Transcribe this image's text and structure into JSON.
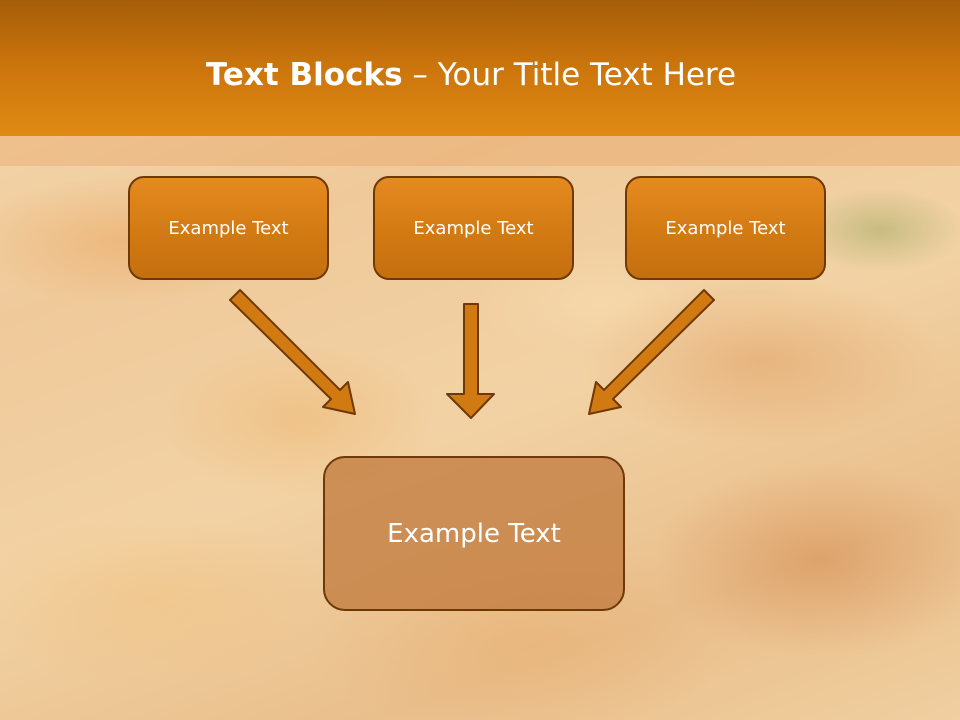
{
  "title": {
    "bold": "Text Blocks",
    "rest": " – Your Title Text Here"
  },
  "boxes": [
    {
      "label": "Example Text"
    },
    {
      "label": "Example Text"
    },
    {
      "label": "Example Text"
    }
  ],
  "center_box": {
    "label": "Example Text"
  },
  "colors": {
    "header": "#d27a12",
    "box_fill": "#d27a12",
    "box_border": "#6e3906",
    "arrow": "#d27a12",
    "center_fill": "#c48044"
  },
  "background_image": "pasta-photo"
}
